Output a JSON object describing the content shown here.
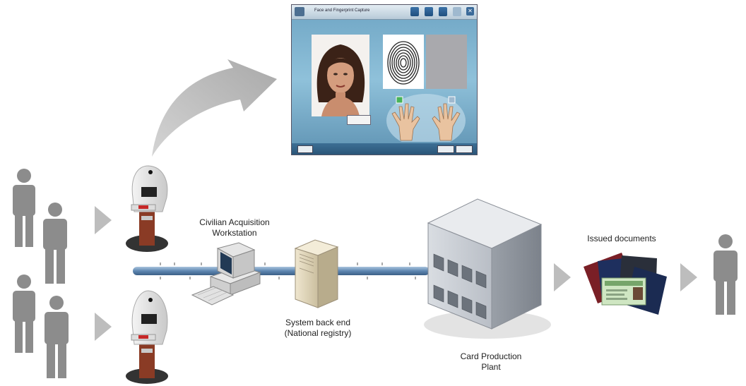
{
  "capture_screen": {
    "title": "Face and Fingerprint Capture",
    "photo_caption": "",
    "capture_button_label": "",
    "toolbar_icons": [
      "save-icon",
      "print-icon",
      "home-icon",
      "help-icon"
    ],
    "bottom_buttons": [
      "",
      "",
      ""
    ]
  },
  "labels": {
    "workstation": "Civilian Acquisition Workstation",
    "backend_line1": "System back end",
    "backend_line2": "(National registry)",
    "card_plant_line1": "Card Production",
    "card_plant_line2": "Plant",
    "issued_documents": "Issued documents"
  },
  "colors": {
    "person": "#8c8c8c",
    "arrow": "#bdbdbd",
    "network_bar": "#6f93b8",
    "screen_bg": "#7fb2cf"
  }
}
